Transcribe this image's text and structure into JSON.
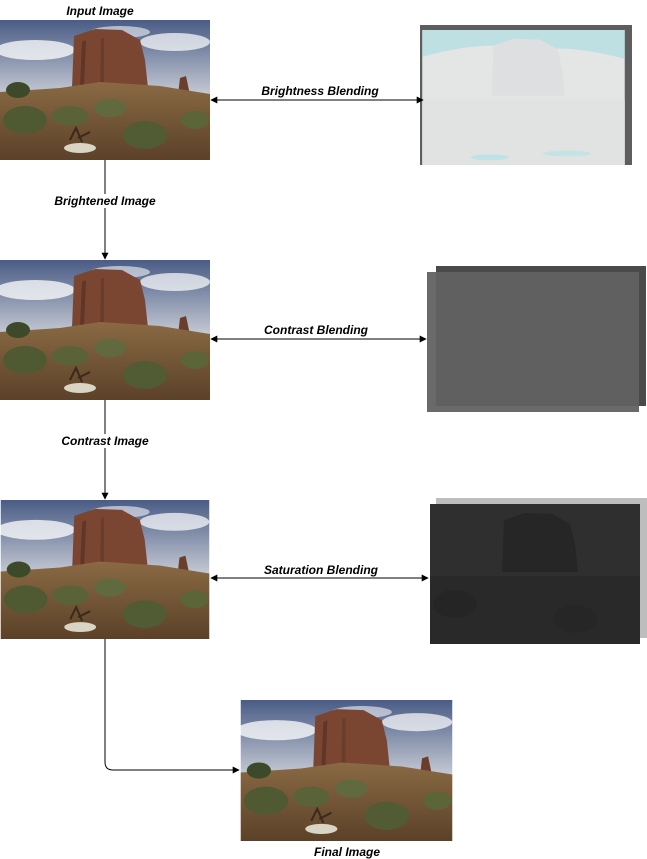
{
  "title_top": "Input Image",
  "title_bottom": "Final Image",
  "steps": [
    {
      "key": "brightness",
      "arrow_label": "Brightness Blending",
      "down_label": "Brightened Image"
    },
    {
      "key": "contrast",
      "arrow_label": "Contrast Blending",
      "down_label": "Contrast Image"
    },
    {
      "key": "saturation",
      "arrow_label": "Saturation Blending",
      "down_label": ""
    }
  ],
  "colors": {
    "line": "#000000",
    "brightness_mask_back": "#5e5e5e",
    "brightness_mask_front": "#e4e6e6",
    "contrast_mask_back": "#4a4a4a",
    "contrast_mask_front": "#6a6a6a",
    "saturation_mask_back": "#bdbdbd",
    "saturation_mask_front": "#2f2f2f"
  }
}
